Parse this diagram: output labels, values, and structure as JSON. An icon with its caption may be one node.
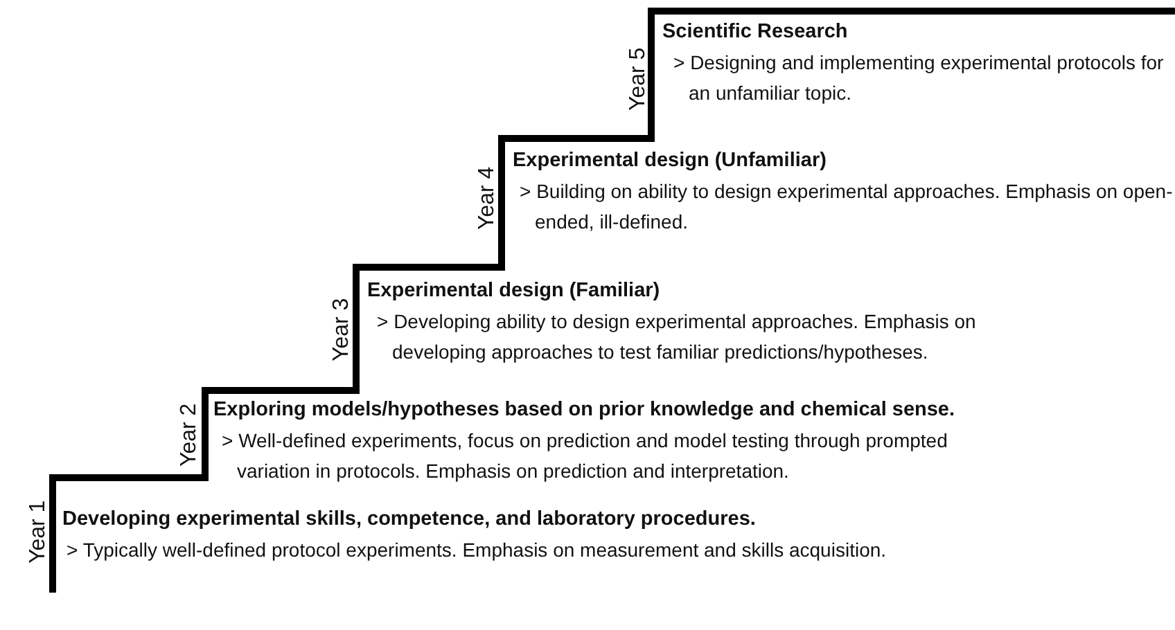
{
  "diagram": {
    "labels": [
      "Year 5",
      "Scientific Research",
      "> Designing and implementing experimental protocols for an unfamiliar topic.",
      "Year 4",
      "Experimental design (Unfamiliar)",
      "> Building on ability to design experimental approaches. Emphasis on open-ended, ill-defined.",
      "Year 3",
      "Experimental design (Familiar)",
      "> Developing ability to design experimental approaches. Emphasis on developing approaches to test familiar predictions/hypotheses.",
      "Year 2",
      "Exploring models/hypotheses based on prior knowledge and chemical sense.",
      "> Well-defined experiments, focus on prediction and model testing through prompted variation in protocols. Emphasis on prediction and interpretation.",
      "Year 1",
      "Developing experimental skills, competence, and laboratory procedures.",
      "> Typically well-defined protocol experiments. Emphasis on measurement and skills acquisition."
    ]
  }
}
